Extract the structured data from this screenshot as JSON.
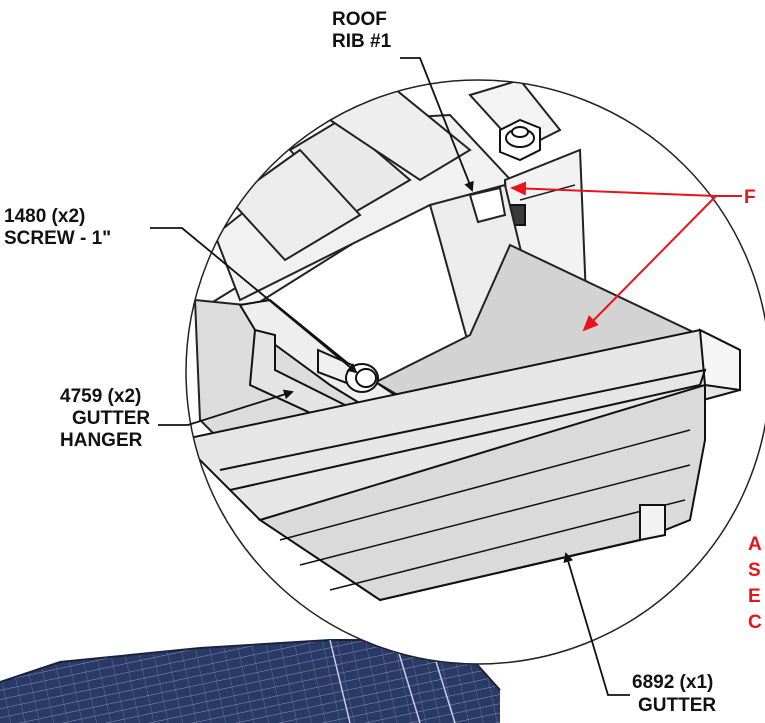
{
  "labels": {
    "roof_rib": {
      "line1": "ROOF",
      "line2": "RIB #1"
    },
    "screw": {
      "line1": "1480 (x2)",
      "line2": "SCREW - 1\""
    },
    "hanger": {
      "line1": "4759 (x2)",
      "line2": "GUTTER",
      "line3": "HANGER"
    },
    "gutter": {
      "line1": "6892 (x1)",
      "line2": "GUTTER"
    },
    "note_letter": "F",
    "side_letters": [
      "A",
      "S",
      "E",
      "C"
    ]
  },
  "colors": {
    "leader": "#111111",
    "note": "#e8141b",
    "metal_light": "#efefef",
    "metal_mid": "#d6d6d6",
    "metal_dark": "#bdbdbd",
    "roof_panel": "#2a3a66"
  }
}
